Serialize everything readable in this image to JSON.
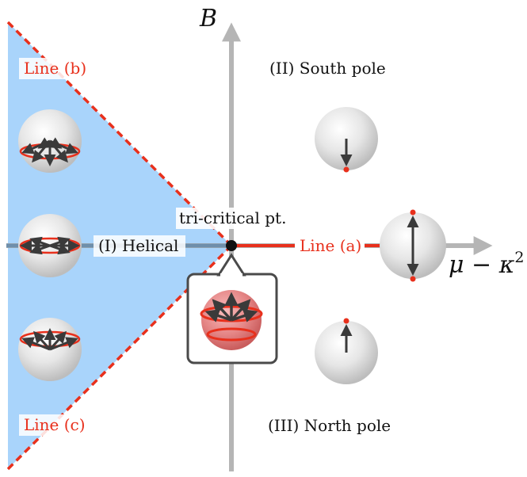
{
  "axes": {
    "y_label": "B",
    "x_label_main": "μ − κ",
    "x_label_sup": "2"
  },
  "regions": {
    "helical": "(I) Helical",
    "south_pole": "(II) South pole",
    "north_pole": "(III) North pole"
  },
  "lines": {
    "a": "Line (a)",
    "b": "Line (b)",
    "c": "Line (c)"
  },
  "point": {
    "label": "tri-critical pt."
  },
  "colors": {
    "helical_fill": "#a9d4fb",
    "line_red": "#e8301c",
    "axis_gray": "#b5b5b5",
    "arrow_dark": "#3a3a3a",
    "sphere_gray": "#e2e2e2",
    "callout_red": "#e04040"
  },
  "icons": {
    "sphere": "bloch-sphere-icon",
    "arrow": "spin-arrow-icon"
  }
}
